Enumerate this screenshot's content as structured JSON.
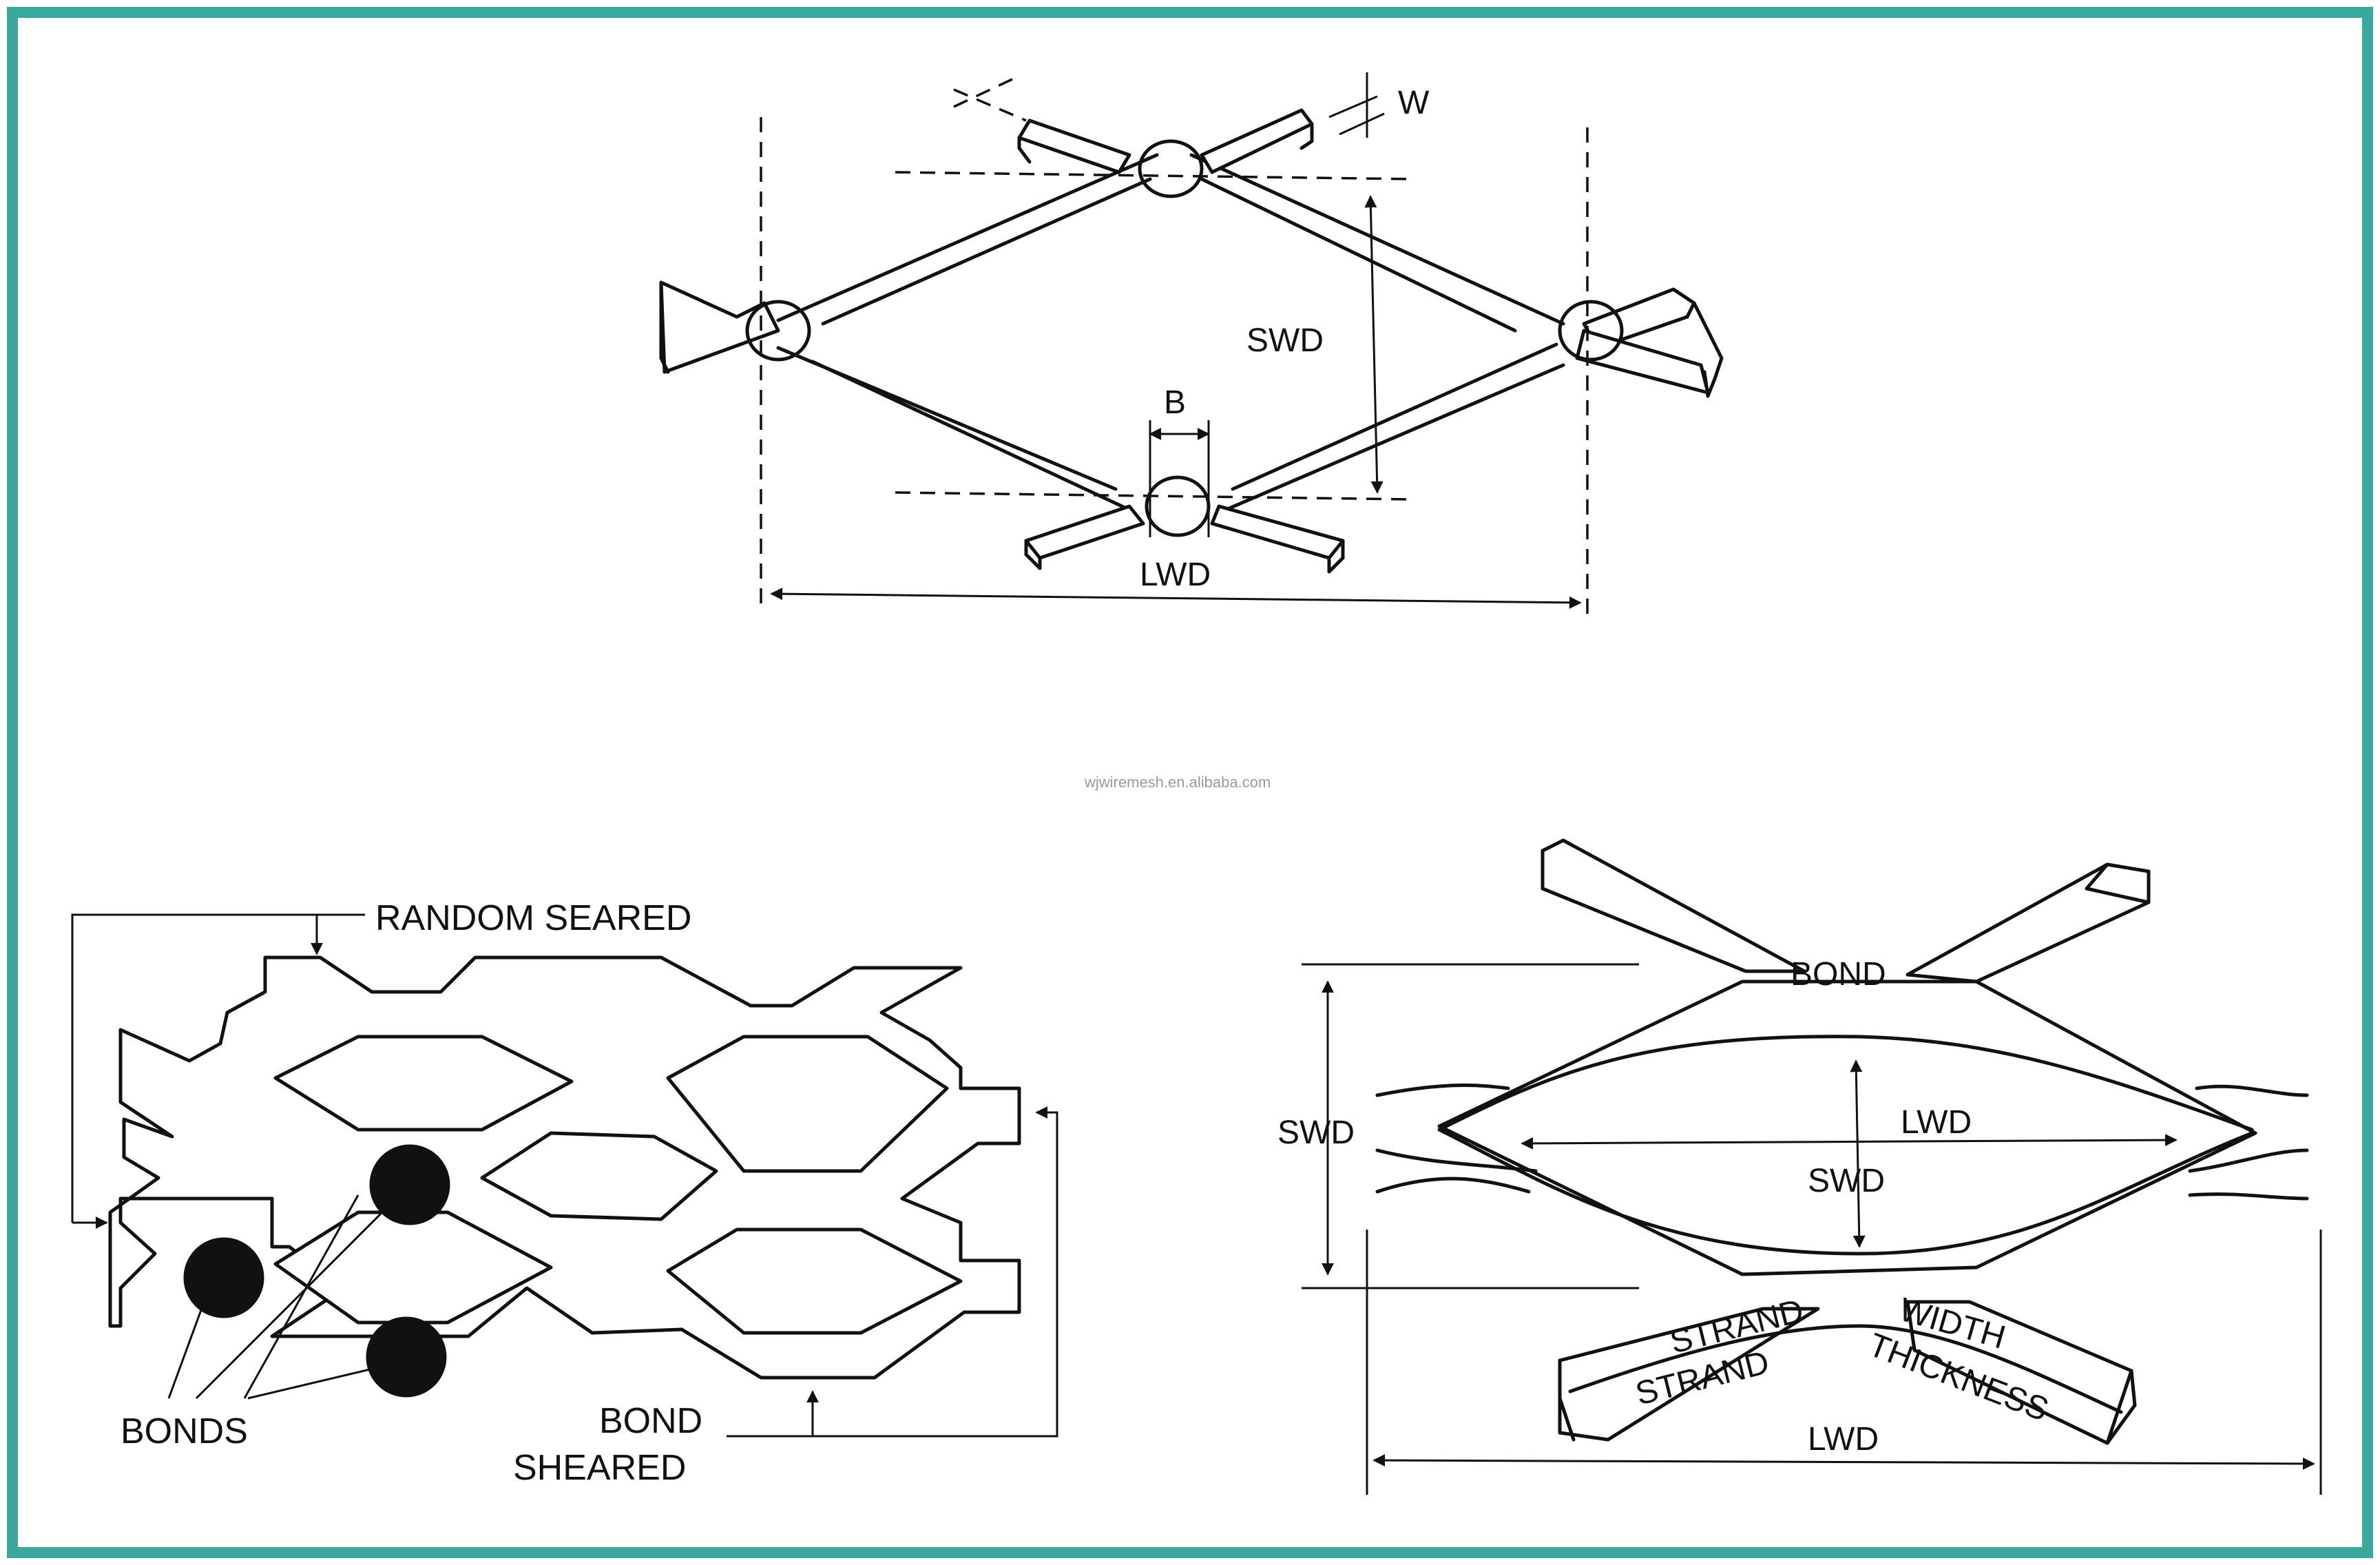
{
  "frame": {
    "border_color": "#3aa89a"
  },
  "watermark": "wjwiremesh.en.alibaba.com",
  "top_diagram": {
    "labels": {
      "w": "W",
      "swd": "SWD",
      "b": "B",
      "lwd": "LWD"
    }
  },
  "left_diagram": {
    "labels": {
      "random_seared": "RANDOM  SEARED",
      "bonds": "BONDS",
      "bond_line1": "BOND",
      "bond_line2": "SHEARED"
    }
  },
  "right_diagram": {
    "labels": {
      "bond": "BOND",
      "swd_outer": "SWD",
      "lwd_inner": "LWD",
      "swd_inner": "SWD",
      "strand_width_a": "STRAND",
      "strand_width_b": "WIDTH",
      "strand_thickness_a": "STRAND",
      "strand_thickness_b": "THICKNESS",
      "lwd_outer": "LWD"
    }
  }
}
